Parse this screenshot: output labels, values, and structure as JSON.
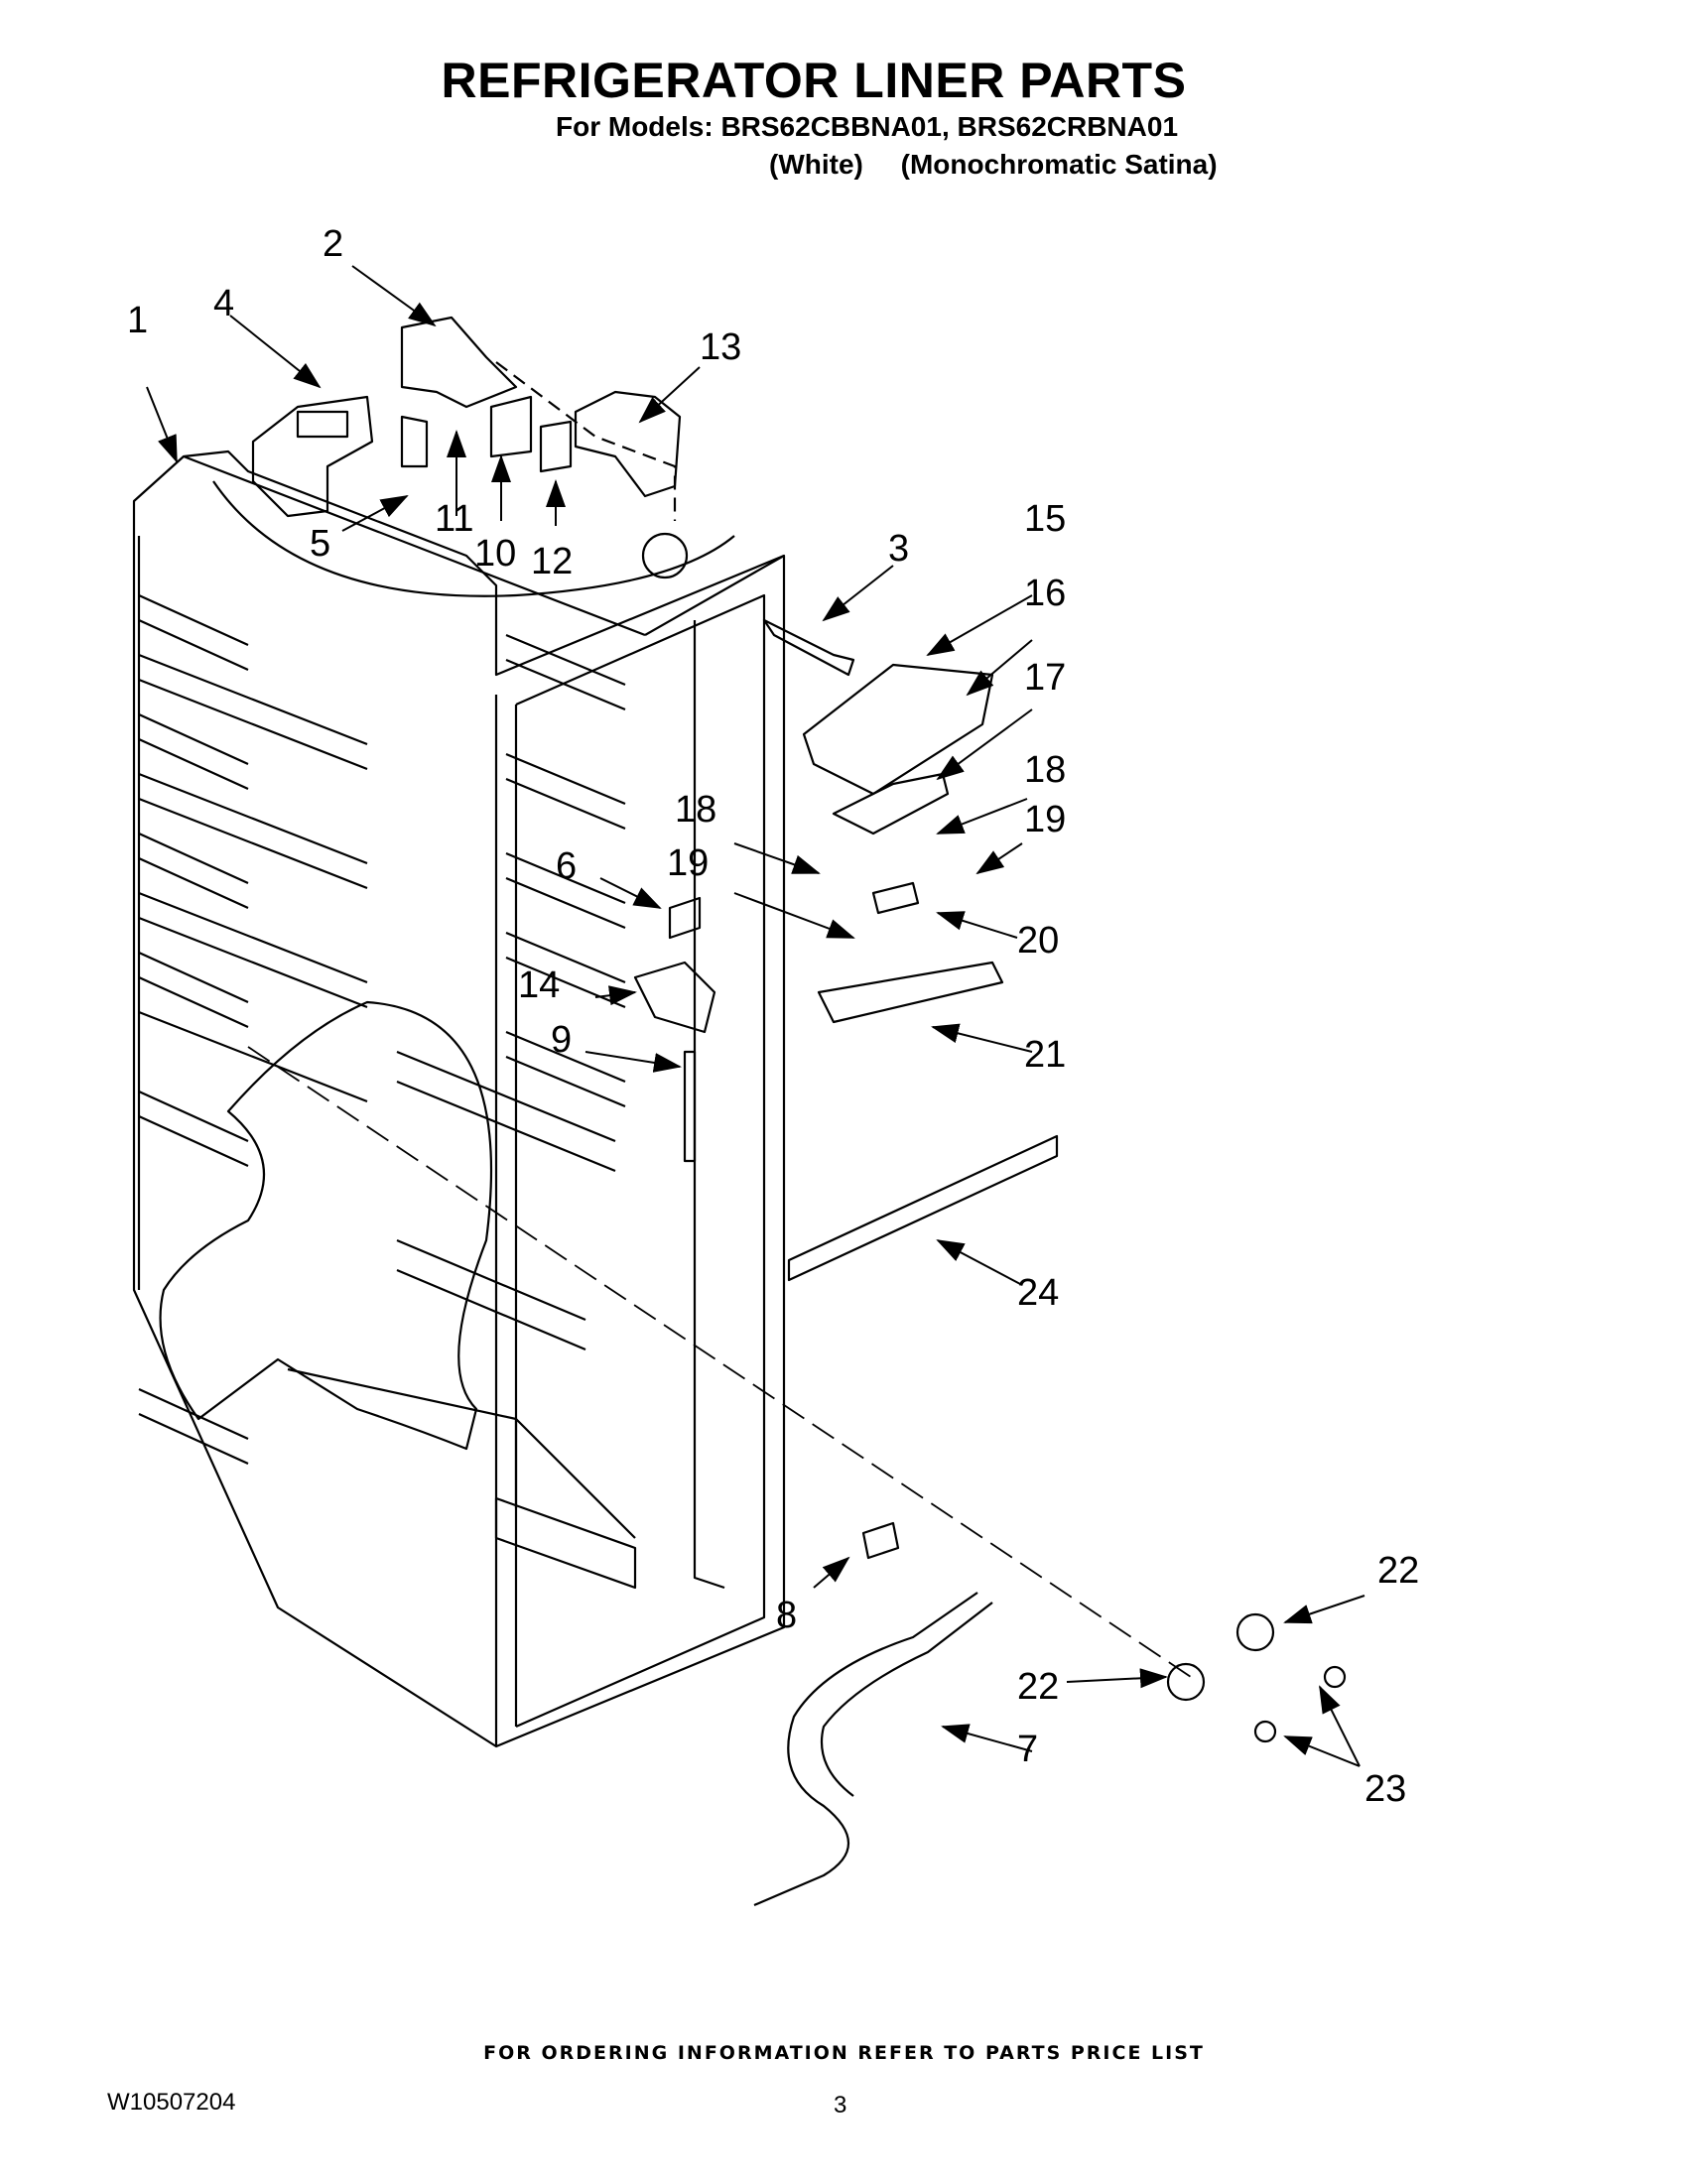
{
  "header": {
    "title": "REFRIGERATOR LINER PARTS",
    "models_line": "For Models: BRS62CBBNA01, BRS62CRBNA01",
    "variant_white": "(White)",
    "variant_satina": "(Monochromatic Satina)"
  },
  "callouts": [
    "1",
    "2",
    "3",
    "4",
    "5",
    "6",
    "7",
    "8",
    "9",
    "10",
    "11",
    "12",
    "13",
    "14",
    "15",
    "16",
    "17",
    "18",
    "18",
    "19",
    "19",
    "20",
    "21",
    "22",
    "22",
    "23",
    "24"
  ],
  "footer": {
    "ordering_note": "FOR ORDERING INFORMATION REFER TO PARTS PRICE LIST",
    "document_number": "W10507204",
    "page_number": "3"
  }
}
